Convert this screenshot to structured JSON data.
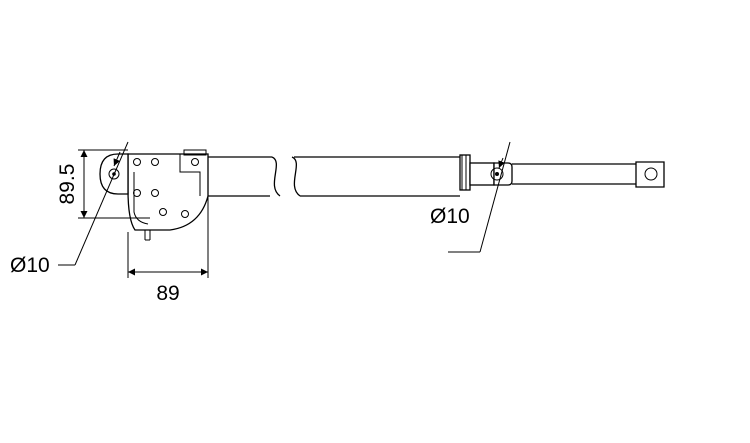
{
  "dimensions": {
    "height_label": "89.5",
    "width_label": "89",
    "hole_left_label": "Ø10",
    "hole_right_label": "Ø10"
  },
  "colors": {
    "line": "#000000",
    "background": "#ffffff"
  }
}
